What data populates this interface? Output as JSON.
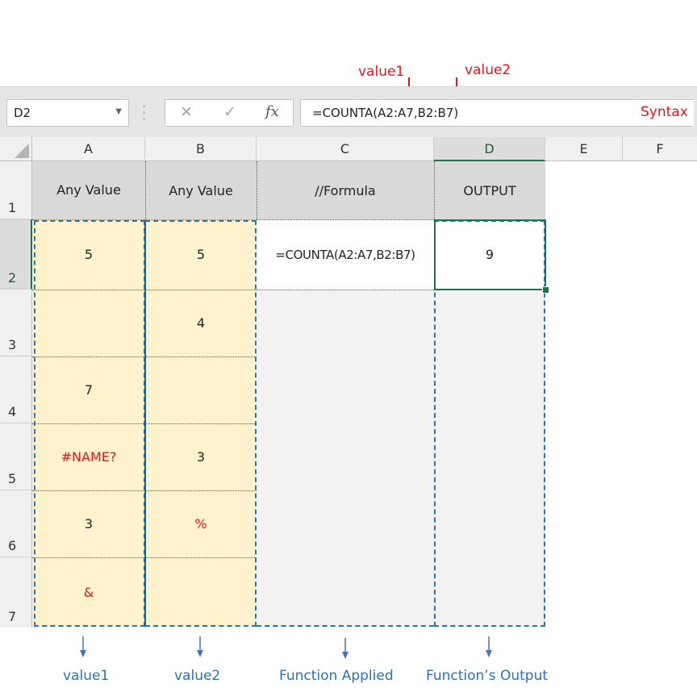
{
  "annotations": {
    "top_value1": "value1",
    "top_value2": "value2",
    "syntax": "Syntax",
    "bottom": [
      "value1",
      "value2",
      "Function Applied",
      "Function’s Output"
    ]
  },
  "formula_bar": {
    "name_box": "D2",
    "cancel_icon": "✕",
    "enter_icon": "✓",
    "fx_label": "fx",
    "formula": "=COUNTA(A2:A7,B2:B7)"
  },
  "columns": [
    "A",
    "B",
    "C",
    "D",
    "E",
    "F"
  ],
  "rows": [
    "1",
    "2",
    "3",
    "4",
    "5",
    "6",
    "7"
  ],
  "headers": {
    "a": "Any Value",
    "b": "Any Value",
    "c": "//Formula",
    "d": "OUTPUT"
  },
  "cells": {
    "a": [
      "5",
      "",
      "7",
      "#NAME?",
      "3",
      "&"
    ],
    "b": [
      "5",
      "4",
      "",
      "3",
      "%",
      ""
    ],
    "c2": "=COUNTA(A2:A7,B2:B7)",
    "d2": "9"
  },
  "colors": {
    "annotation_red": "#e8131b",
    "annotation_blue": "#2f6fbf",
    "cell_yellow": "#fff2cc",
    "header_grey": "#d9d9d9",
    "selection_green": "#217346",
    "range_dash_blue": "#2a75b5"
  }
}
